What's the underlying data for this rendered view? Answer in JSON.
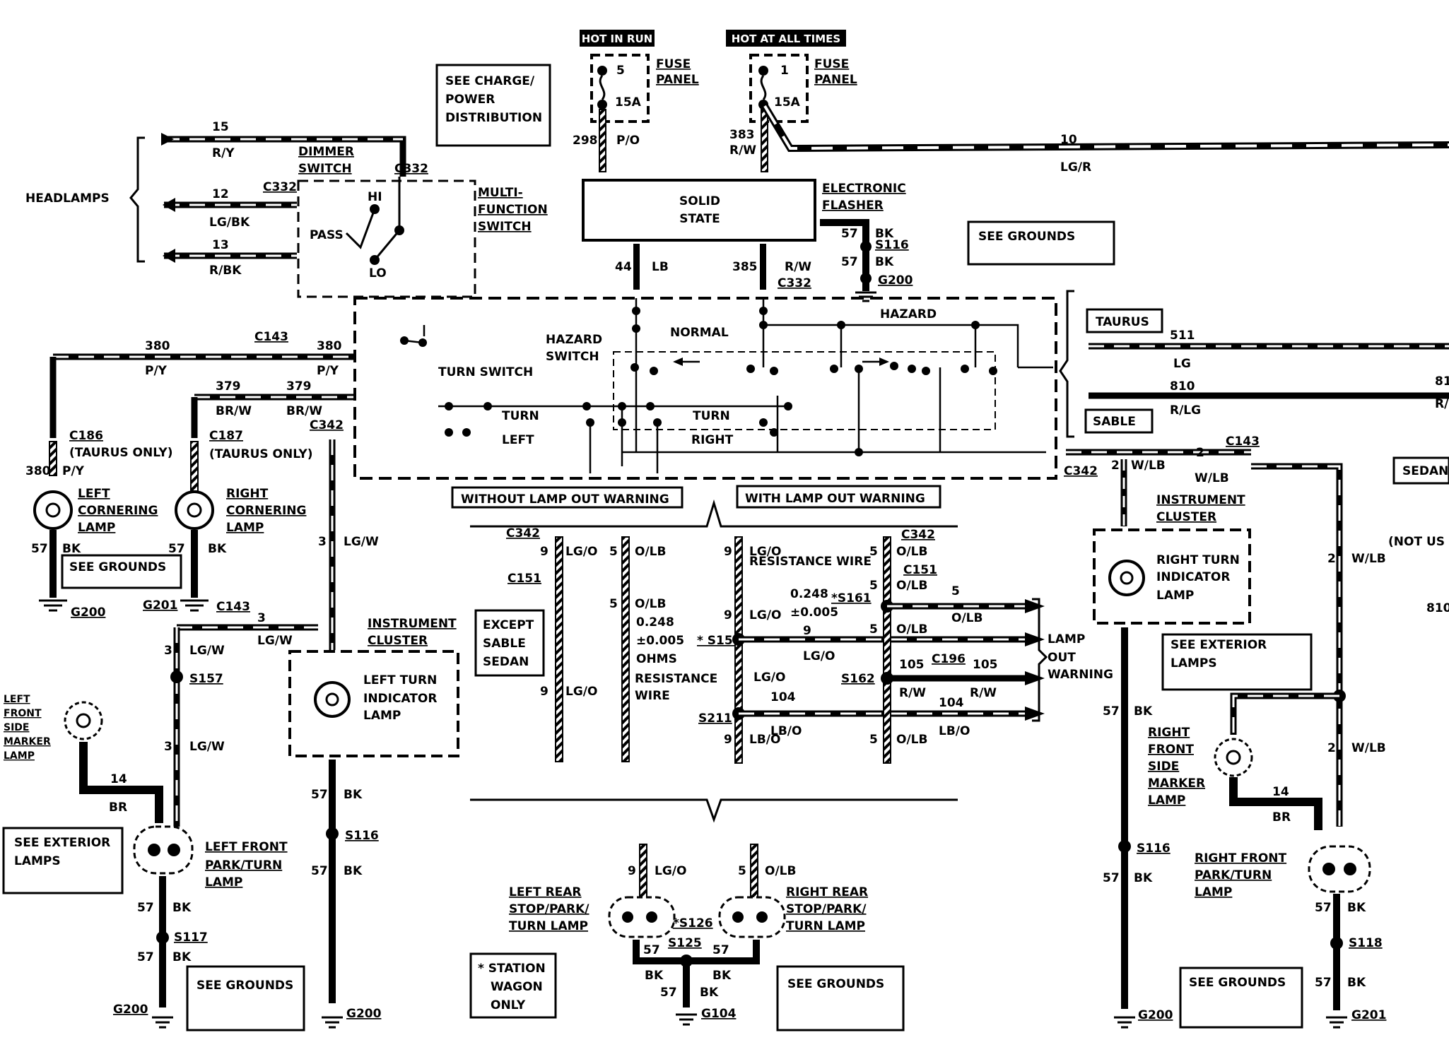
{
  "power": {
    "hot_in_run": "HOT IN RUN",
    "hot_at_all_times": "HOT AT ALL TIMES",
    "fuse5": "5",
    "fuse1": "1",
    "amp": "15A",
    "fuse_panel": "FUSE",
    "panel": "PANEL",
    "w298": "298",
    "po": "P/O",
    "w383": "383",
    "rw": "R/W",
    "w10": "10",
    "lgr": "LG/R"
  },
  "notes": {
    "charge1": "SEE CHARGE/",
    "charge2": "POWER",
    "charge3": "DISTRIBUTION",
    "see_grounds": "SEE GROUNDS",
    "see_exterior1": "SEE EXTERIOR",
    "see_exterior2": "LAMPS",
    "except1": "EXCEPT",
    "except2": "SABLE",
    "except3": "SEDAN",
    "station1": "* STATION",
    "station2": "WAGON",
    "station3": "ONLY",
    "not_used": "(NOT US",
    "sedan": "SEDAN"
  },
  "flasher": {
    "solid": "SOLID",
    "state": "STATE",
    "electronic": "ELECTRONIC",
    "flasher": "FLASHER",
    "w44": "44",
    "lb": "LB",
    "w385": "385",
    "rw": "R/W",
    "c332": "C332",
    "w57": "57",
    "bk": "BK",
    "s116": "S116",
    "g200": "G200"
  },
  "switch": {
    "headlamps": "HEADLAMPS",
    "dimmer1": "DIMMER",
    "dimmer2": "SWITCH",
    "multi1": "MULTI-",
    "multi2": "FUNCTION",
    "multi3": "SWITCH",
    "hi": "HI",
    "lo": "LO",
    "pass": "PASS",
    "w15": "15",
    "ry": "R/Y",
    "w12": "12",
    "lgbk": "LG/BK",
    "w13": "13",
    "rbk": "R/BK",
    "c332": "C332",
    "hazard_switch1": "HAZARD",
    "hazard_switch2": "SWITCH",
    "normal": "NORMAL",
    "hazard": "HAZARD",
    "turn_switch": "TURN SWITCH",
    "turn": "TURN",
    "left": "LEFT",
    "right": "RIGHT",
    "without": "WITHOUT LAMP OUT WARNING",
    "with": "WITH LAMP OUT WARNING"
  },
  "left": {
    "w380": "380",
    "py": "P/Y",
    "c143": "C143",
    "w379": "379",
    "brw": "BR/W",
    "c342": "C342",
    "c186": "C186",
    "c187": "C187",
    "taurus_only": "(TAURUS ONLY)",
    "left_corner1": "LEFT",
    "left_corner2": "CORNERING",
    "left_corner3": "LAMP",
    "right_corner1": "RIGHT",
    "right_corner2": "CORNERING",
    "right_corner3": "LAMP",
    "w57": "57",
    "bk": "BK",
    "g200": "G200",
    "g201": "G201",
    "w3": "3",
    "lgw": "LG/W",
    "s157": "S157",
    "instrument1": "INSTRUMENT",
    "instrument2": "CLUSTER",
    "lti1": "LEFT TURN",
    "lti2": "INDICATOR",
    "lti3": "LAMP",
    "s116": "S116",
    "lfsm1": "LEFT",
    "lfsm2": "FRONT",
    "lfsm3": "SIDE",
    "lfsm4": "MARKER",
    "lfsm5": "LAMP",
    "w14": "14",
    "br": "BR",
    "lfp1": "LEFT  FRONT",
    "lfp2": "PARK/TURN",
    "lfp3": "LAMP",
    "s117": "S117"
  },
  "center": {
    "c342": "C342",
    "c151": "C151",
    "w9": "9",
    "w5": "5",
    "lgo": "LG/O",
    "olb": "O/LB",
    "ohm": "0.248",
    "tol": "±0.005",
    "ohms": "OHMS",
    "s159": "* S159",
    "resistance1": "RESISTANCE",
    "resistance2": "WIRE",
    "resistance_wire": "RESISTANCE WIRE",
    "s161": "*S161",
    "s162": "S162",
    "s211": "S211",
    "w104": "104",
    "lbo": "LB/O",
    "w105": "105",
    "c196": "C196",
    "rw": "R/W",
    "lamp_out1": "LAMP",
    "lamp_out2": "OUT",
    "lamp_out3": "WARNING",
    "lr1": "LEFT REAR",
    "lr2": "STOP/PARK/",
    "lr3": "TURN LAMP",
    "rr1": "RIGHT REAR",
    "rr2": "STOP/PARK/",
    "rr3": "TURN LAMP",
    "s126": "*S126",
    "s125": "S125",
    "w57": "57",
    "bk": "BK",
    "g104": "G104"
  },
  "right": {
    "taurus": "TAURUS",
    "sable": "SABLE",
    "w511": "511",
    "lg": "LG",
    "w810": "810",
    "rlg": "R/LG",
    "c342": "C342",
    "w2": "2",
    "wlb": "W/LB",
    "c143": "C143",
    "instrument1": "INSTRUMENT",
    "instrument2": "CLUSTER",
    "rti1": "RIGHT TURN",
    "rti2": "INDICATOR",
    "rti3": "LAMP",
    "rfsm1": "RIGHT",
    "rfsm2": "FRONT",
    "rfsm3": "SIDE",
    "rfsm4": "MARKER",
    "rfsm5": "LAMP",
    "w14": "14",
    "br": "BR",
    "rfp1": "RIGHT FRONT",
    "rfp2": "PARK/TURN",
    "rfp3": "LAMP",
    "w57": "57",
    "bk": "BK",
    "s116": "S116",
    "s118": "S118",
    "g200": "G200",
    "g201": "G201",
    "w81": "81",
    "r_": "R/",
    "w810b": "810"
  }
}
